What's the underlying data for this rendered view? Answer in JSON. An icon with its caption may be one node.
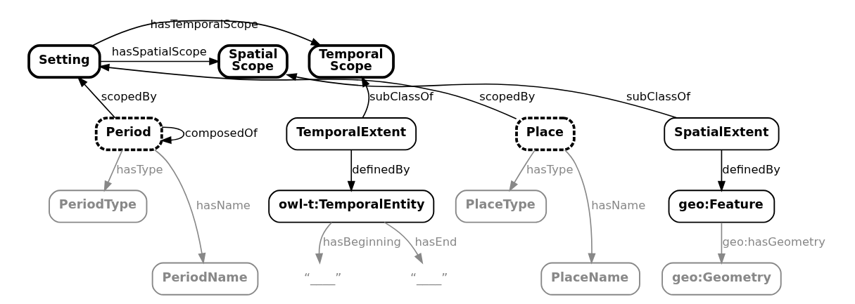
{
  "diagram": {
    "nodes": [
      {
        "text": [
          "Temporal Scope"
        ]
      },
      {
        "text": [
          "Setting"
        ]
      },
      {
        "text": [
          "Spatial Scope"
        ]
      },
      {
        "text": [
          "TemporalExtent"
        ]
      },
      {
        "text": [
          "Period"
        ]
      },
      {
        "text": [
          "Place"
        ]
      },
      {
        "text": [
          "SpatialExtent"
        ]
      },
      {
        "text": [
          "owl-t:TemporalEntity"
        ]
      },
      {
        "text": [
          "PeriodType"
        ]
      },
      {
        "text": [
          "PeriodName"
        ]
      },
      {
        "text": [
          "PlaceName"
        ]
      },
      {
        "text": [
          "PlaceType"
        ]
      },
      {
        "text": [
          "geo:Feature"
        ]
      },
      {
        "text": [
          "“____”"
        ]
      },
      {
        "text": [
          "“____”"
        ]
      },
      {
        "text": [
          "geo:Geometry"
        ]
      }
    ],
    "edges": [
      {
        "from": 1,
        "to": 0,
        "arrow": "to",
        "label": "hasTemporalScope"
      },
      {
        "from": 1,
        "to": 2,
        "arrow": "to",
        "label": "hasSpatialScope"
      },
      {
        "from": 3,
        "to": 0,
        "arrow": "to",
        "label": "subClassOf"
      },
      {
        "from": 4,
        "to": 1,
        "arrow": "to",
        "label": "scopedBy"
      },
      {
        "from": 5,
        "to": 1,
        "arrow": "to",
        "label": "scopedBy"
      },
      {
        "from": 6,
        "to": 2,
        "arrow": "to",
        "label": "subClassOf"
      },
      {
        "from": 4,
        "to": 4,
        "arrow": "to",
        "label": "composedOf"
      },
      {
        "from": 3,
        "to": 7,
        "arrow": "to",
        "label": "definedBy"
      },
      {
        "from": 6,
        "to": 12,
        "arrow": "to",
        "label": "definedBy"
      },
      {
        "from": 7,
        "to": 13,
        "arrow": "to",
        "label": "hasBeginning",
        "color": "#888888"
      },
      {
        "from": 7,
        "to": 14,
        "arrow": "to",
        "label": "hasEnd",
        "color": "#888888"
      },
      {
        "from": 4,
        "to": 8,
        "arrow": "to",
        "label": "hasType",
        "color": "#888888"
      },
      {
        "from": 4,
        "to": 9,
        "arrow": "to",
        "label": "hasName",
        "color": "#888888"
      },
      {
        "from": 5,
        "to": 10,
        "arrow": "to",
        "label": "hasName",
        "color": "#888888"
      },
      {
        "from": 5,
        "to": 11,
        "arrow": "to",
        "label": "hasType",
        "color": "#888888"
      },
      {
        "from": 12,
        "to": 15,
        "arrow": "to",
        "label": "geo:hasGeometry",
        "color": "#888888"
      }
    ]
  }
}
